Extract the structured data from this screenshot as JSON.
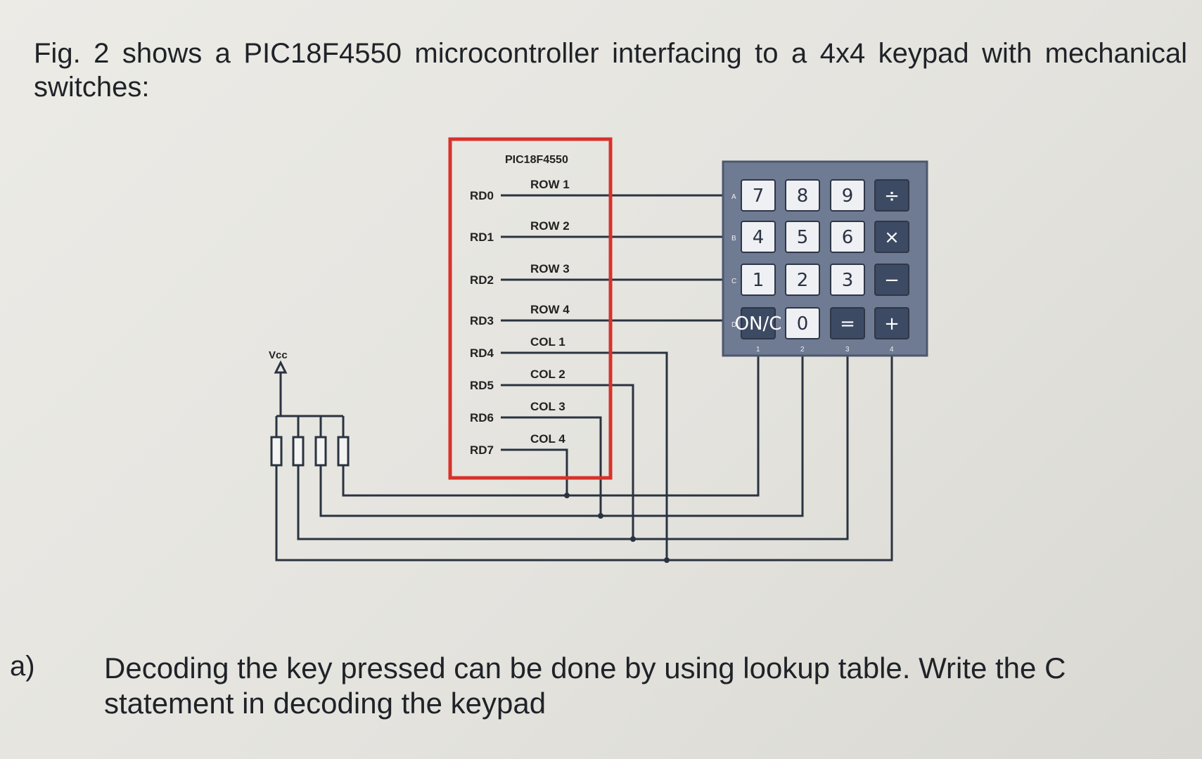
{
  "intro_text": "Fig. 2 shows a PIC18F4550 microcontroller interfacing to a 4x4 keypad with mechanical switches:",
  "diagram": {
    "chip_name": "PIC18F4550",
    "vcc_label": "Vcc",
    "pins": [
      {
        "pin": "RD0",
        "signal": "ROW 1"
      },
      {
        "pin": "RD1",
        "signal": "ROW 2"
      },
      {
        "pin": "RD2",
        "signal": "ROW 3"
      },
      {
        "pin": "RD3",
        "signal": "ROW 4"
      },
      {
        "pin": "RD4",
        "signal": "COL 1"
      },
      {
        "pin": "RD5",
        "signal": "COL 2"
      },
      {
        "pin": "RD6",
        "signal": "COL 3"
      },
      {
        "pin": "RD7",
        "signal": "COL 4"
      }
    ],
    "row_markers": [
      "A",
      "B",
      "C",
      "D"
    ],
    "col_markers": [
      "1",
      "2",
      "3",
      "4"
    ],
    "keys": [
      [
        "7",
        "8",
        "9",
        "÷"
      ],
      [
        "4",
        "5",
        "6",
        "×"
      ],
      [
        "1",
        "2",
        "3",
        "−"
      ],
      [
        "ON/C",
        "0",
        "=",
        "+"
      ]
    ],
    "colors": {
      "chip_border": "#d8322b",
      "wire": "#2a3340",
      "keypad_body": "#6f7b92",
      "key_light": "#eef0f4",
      "key_dark": "#3d4a63"
    }
  },
  "question": {
    "marker": "a)",
    "text": "Decoding the key pressed can be done by using lookup table. Write the C statement in decoding the keypad"
  }
}
